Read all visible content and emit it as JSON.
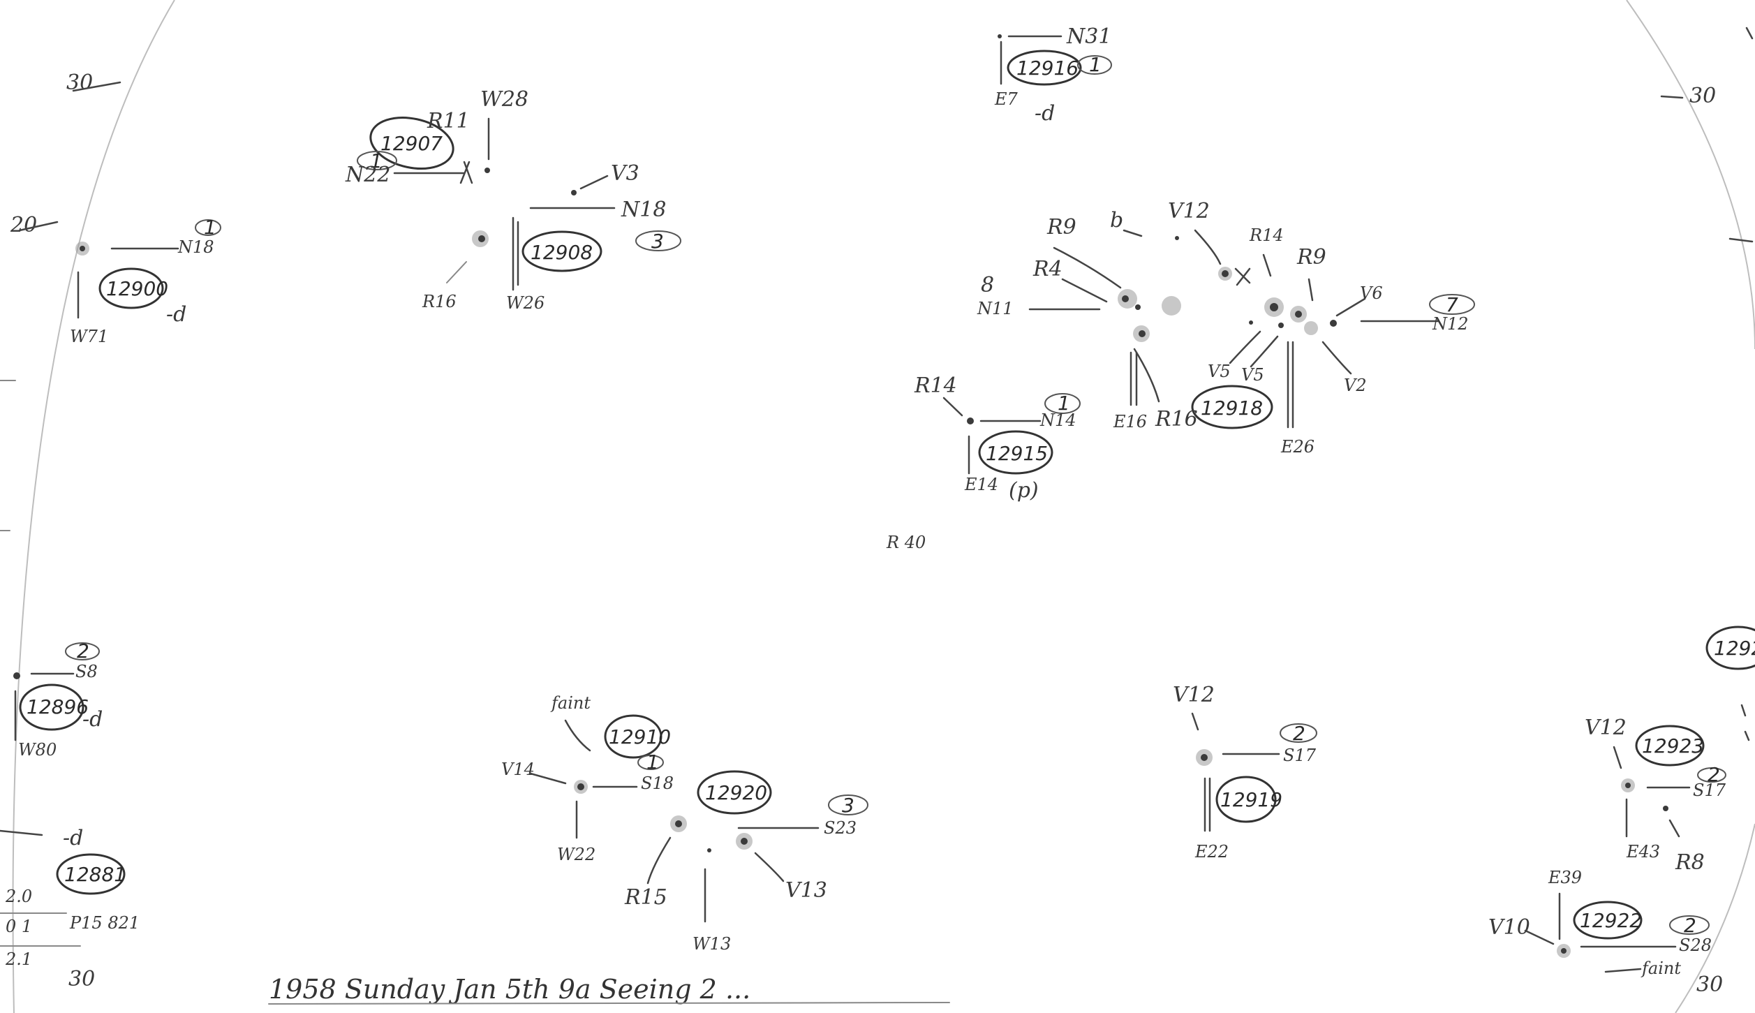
{
  "regions": [
    {
      "id": "r12916",
      "number": "12916",
      "count": "1",
      "labels": [
        "N31",
        "E7",
        "-d"
      ]
    },
    {
      "id": "r12907",
      "number": "12907",
      "count": "1",
      "labels": [
        "R11",
        "W28",
        "N22"
      ]
    },
    {
      "id": "r12908",
      "number": "12908",
      "count": "3",
      "labels": [
        "V3",
        "N18",
        "R16",
        "W26"
      ]
    },
    {
      "id": "r12900",
      "number": "12900",
      "count": "1",
      "labels": [
        "N18",
        "W71",
        "-d"
      ]
    },
    {
      "id": "r12918",
      "number": "12918",
      "count": "7",
      "labels": [
        "R9",
        "b",
        "V12",
        "R14",
        "R9",
        "R4",
        "8",
        "N11",
        "V6",
        "N12",
        "V5",
        "V5",
        "V2",
        "E16",
        "R16",
        "E26"
      ]
    },
    {
      "id": "r12915",
      "number": "12915",
      "count": "1",
      "labels": [
        "R14",
        "N14",
        "E14",
        "(p)"
      ]
    },
    {
      "id": "r12896",
      "number": "12896",
      "count": "2",
      "labels": [
        "S8",
        "W80",
        "-d"
      ]
    },
    {
      "id": "r12881",
      "number": "12881",
      "count": "",
      "labels": [
        "-d",
        "2.0",
        "0 1",
        "2.1",
        "P15 821"
      ]
    },
    {
      "id": "r12910",
      "number": "12910",
      "count": "1",
      "labels": [
        "faint",
        "V14",
        "S18",
        "W22"
      ]
    },
    {
      "id": "r12920",
      "number": "12920",
      "count": "3",
      "labels": [
        "S23",
        "R15",
        "V13",
        "W13"
      ]
    },
    {
      "id": "r12919",
      "number": "12919",
      "count": "2",
      "labels": [
        "V12",
        "S17",
        "E22"
      ]
    },
    {
      "id": "r12923",
      "number": "12923",
      "count": "2",
      "labels": [
        "V12",
        "S17",
        "E43",
        "R8"
      ]
    },
    {
      "id": "r12922",
      "number": "12922",
      "count": "2",
      "labels": [
        "E39",
        "V10",
        "S28",
        "faint"
      ]
    },
    {
      "id": "r129x",
      "number": "1292",
      "count": "",
      "labels": []
    }
  ],
  "margin_marks": [
    "30",
    "20",
    "30",
    "30",
    "30"
  ],
  "misc_marks": [
    "R 40"
  ],
  "footer": "1958 Sunday Jan 5th 9a Seeing 2 ..."
}
